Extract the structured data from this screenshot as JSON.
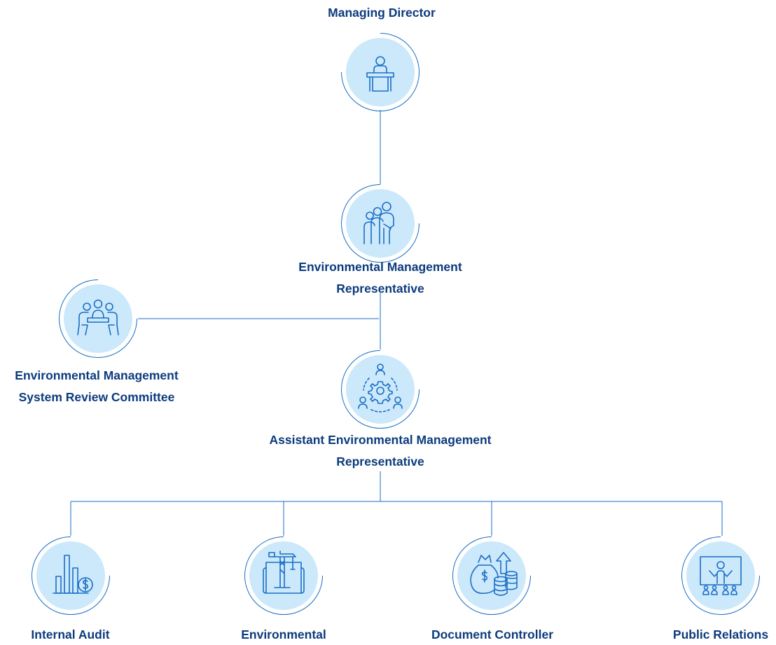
{
  "nodes": {
    "managing_director": {
      "label": "Managing Director",
      "icon": "podium-speaker-icon"
    },
    "em_representative": {
      "lines": [
        "Environmental Management",
        "Representative"
      ],
      "icon": "team-group-icon"
    },
    "review_committee": {
      "lines": [
        "Environmental Management",
        "System Review Committee"
      ],
      "icon": "meeting-table-icon"
    },
    "assistant_representative": {
      "lines": [
        "Assistant Environmental Management",
        "Representative"
      ],
      "icon": "gear-people-icon"
    },
    "internal_audit": {
      "label": "Internal Audit",
      "icon": "bar-chart-coin-icon"
    },
    "environmental": {
      "label": "Environmental",
      "icon": "construction-crane-icon"
    },
    "document_controller": {
      "label": "Document Controller",
      "icon": "money-bag-coins-icon"
    },
    "public_relations": {
      "label": "Public Relations",
      "icon": "presentation-audience-icon"
    }
  },
  "colors": {
    "text": "#0c3b7d",
    "line": "#1b6ec6",
    "circle_fill": "#cce9fb",
    "icon_stroke": "#1b6ec6"
  }
}
